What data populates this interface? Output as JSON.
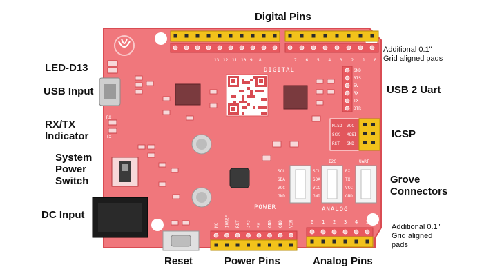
{
  "labels": {
    "digital_pins": "Digital Pins",
    "additional_top": "Additional 0.1\"\nGrid aligned pads",
    "led_d13": "LED-D13",
    "usb_input": "USB Input",
    "usb_2_uart": "USB 2 Uart",
    "rx_tx_indicator": "RX/TX\nIndicator",
    "icsp": "ICSP",
    "system_power_switch": "System\nPower\nSwitch",
    "grove_connectors": "Grove\nConnectors",
    "dc_input": "DC Input",
    "additional_bottom": "Additional 0.1\"\nGrid aligned\npads",
    "reset": "Reset",
    "power_pins": "Power Pins",
    "analog_pins": "Analog Pins"
  },
  "silkscreen": {
    "digital": "DIGITAL",
    "power": "POWER",
    "analog": "ANALOG",
    "digital_top_pins": [
      "13",
      "12",
      "11",
      "10",
      "9",
      "8",
      "7",
      "6",
      "5",
      "4",
      "3",
      "2",
      "1",
      "0"
    ],
    "power_pins": [
      "NC",
      "IOREF",
      "RST",
      "3V3",
      "5V",
      "GND",
      "GND",
      "VIN"
    ],
    "analog_pins": [
      "0",
      "1",
      "2",
      "3",
      "4",
      "5"
    ],
    "uart_pins": [
      "GND",
      "RTS",
      "5V",
      "RX",
      "TX",
      "DTR"
    ],
    "icsp_pins": [
      "MISO",
      "VCC",
      "SCK",
      "MOSI",
      "RST",
      "GND"
    ],
    "grove_i2c": [
      "SCL",
      "SDA",
      "VCC",
      "GND"
    ],
    "grove_uart": [
      "RX",
      "TX",
      "VCC",
      "GND"
    ],
    "indicator_rx": "RX",
    "indicator_tx": "TX",
    "header_uart": "UART",
    "header_i2c": "I2C"
  },
  "colors": {
    "board": "#f0777c",
    "board_dark": "#e2575d",
    "header": "#f2c21b",
    "header_edge": "#b88e06",
    "silk": "#ffffff"
  }
}
